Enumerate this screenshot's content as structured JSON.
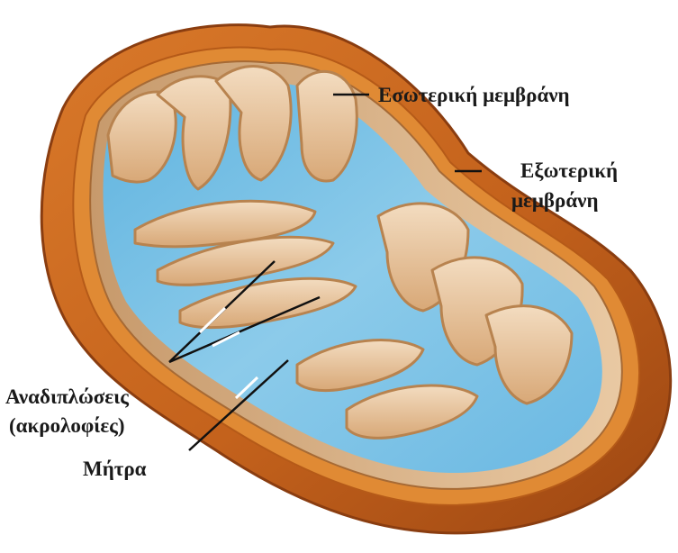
{
  "labels": {
    "inner_membrane": "Εσωτερική μεμβράνη",
    "outer_membrane_line1": "Εξωτερική",
    "outer_membrane_line2": "μεμβράνη",
    "cristae_line1": "Αναδιπλώσεις",
    "cristae_line2": "(ακρολοφίες)",
    "matrix": "Μήτρα"
  },
  "colors": {
    "outer_membrane": "#c9691f",
    "outer_rim": "#e0882e",
    "inner_membrane": "#e7c39a",
    "matrix": "#7ec3e6",
    "leader_line": "#111111"
  }
}
